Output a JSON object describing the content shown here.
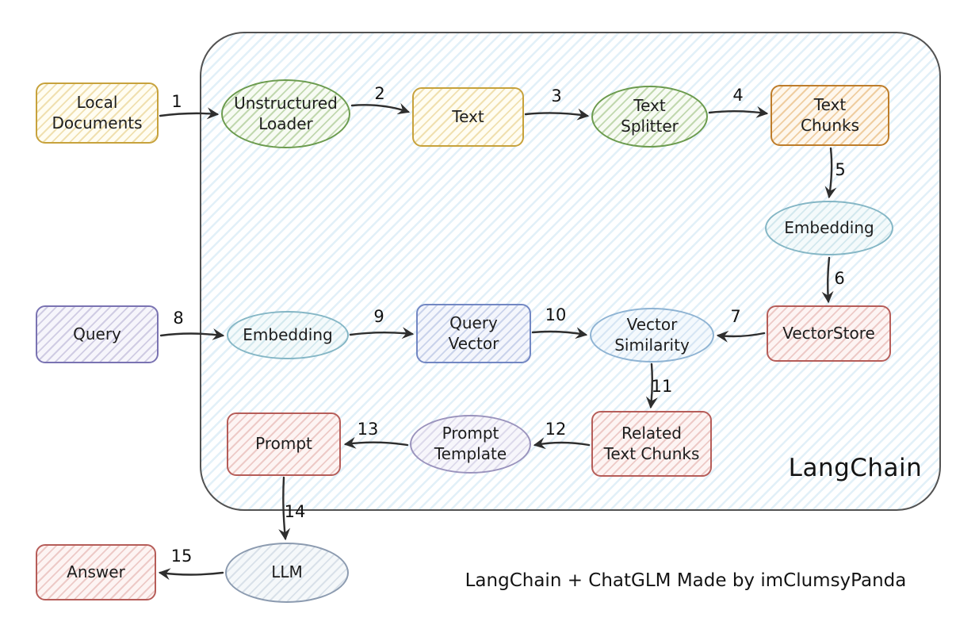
{
  "diagram": {
    "title": "LangChain",
    "caption": "LangChain + ChatGLM Made by imClumsyPanda",
    "nodes": [
      {
        "id": "local-documents",
        "label": "Local\nDocuments",
        "shape": "rect",
        "color": "#C7A23C"
      },
      {
        "id": "unstructured-loader",
        "label": "Unstructured\nLoader",
        "shape": "ellipse",
        "color": "#6B9B4E"
      },
      {
        "id": "text",
        "label": "Text",
        "shape": "rect",
        "color": "#C7A23C"
      },
      {
        "id": "text-splitter",
        "label": "Text\nSplitter",
        "shape": "ellipse",
        "color": "#6B9B4E"
      },
      {
        "id": "text-chunks",
        "label": "Text\nChunks",
        "shape": "rect",
        "color": "#BE7D2B"
      },
      {
        "id": "embedding-store",
        "label": "Embedding",
        "shape": "ellipse",
        "color": "#84B6C5"
      },
      {
        "id": "vectorstore",
        "label": "VectorStore",
        "shape": "rect",
        "color": "#B65D59"
      },
      {
        "id": "query",
        "label": "Query",
        "shape": "rect",
        "color": "#7A73B2"
      },
      {
        "id": "embedding-query",
        "label": "Embedding",
        "shape": "ellipse",
        "color": "#84B6C5"
      },
      {
        "id": "query-vector",
        "label": "Query\nVector",
        "shape": "rect",
        "color": "#7287C3"
      },
      {
        "id": "vector-similarity",
        "label": "Vector\nSimilarity",
        "shape": "ellipse",
        "color": "#8EB3D3"
      },
      {
        "id": "related-text-chunks",
        "label": "Related\nText Chunks",
        "shape": "rect",
        "color": "#B65D59"
      },
      {
        "id": "prompt-template",
        "label": "Prompt\nTemplate",
        "shape": "ellipse",
        "color": "#9A93BD"
      },
      {
        "id": "prompt",
        "label": "Prompt",
        "shape": "rect",
        "color": "#B65D59"
      },
      {
        "id": "llm",
        "label": "LLM",
        "shape": "ellipse",
        "color": "#8C9BB0"
      },
      {
        "id": "answer",
        "label": "Answer",
        "shape": "rect",
        "color": "#B65D59"
      }
    ],
    "edges": [
      {
        "num": "1",
        "from": "local-documents",
        "to": "unstructured-loader"
      },
      {
        "num": "2",
        "from": "unstructured-loader",
        "to": "text"
      },
      {
        "num": "3",
        "from": "text",
        "to": "text-splitter"
      },
      {
        "num": "4",
        "from": "text-splitter",
        "to": "text-chunks"
      },
      {
        "num": "5",
        "from": "text-chunks",
        "to": "embedding-store"
      },
      {
        "num": "6",
        "from": "embedding-store",
        "to": "vectorstore"
      },
      {
        "num": "7",
        "from": "vectorstore",
        "to": "vector-similarity"
      },
      {
        "num": "8",
        "from": "query",
        "to": "embedding-query"
      },
      {
        "num": "9",
        "from": "embedding-query",
        "to": "query-vector"
      },
      {
        "num": "10",
        "from": "query-vector",
        "to": "vector-similarity"
      },
      {
        "num": "11",
        "from": "vector-similarity",
        "to": "related-text-chunks"
      },
      {
        "num": "12",
        "from": "related-text-chunks",
        "to": "prompt-template"
      },
      {
        "num": "13",
        "from": "prompt-template",
        "to": "prompt"
      },
      {
        "num": "14",
        "from": "prompt",
        "to": "llm"
      },
      {
        "num": "15",
        "from": "llm",
        "to": "answer"
      }
    ],
    "palette": {
      "container_fill": "#EAF4FB",
      "container_border": "#525252",
      "arrow": "#2E2E2E"
    }
  }
}
